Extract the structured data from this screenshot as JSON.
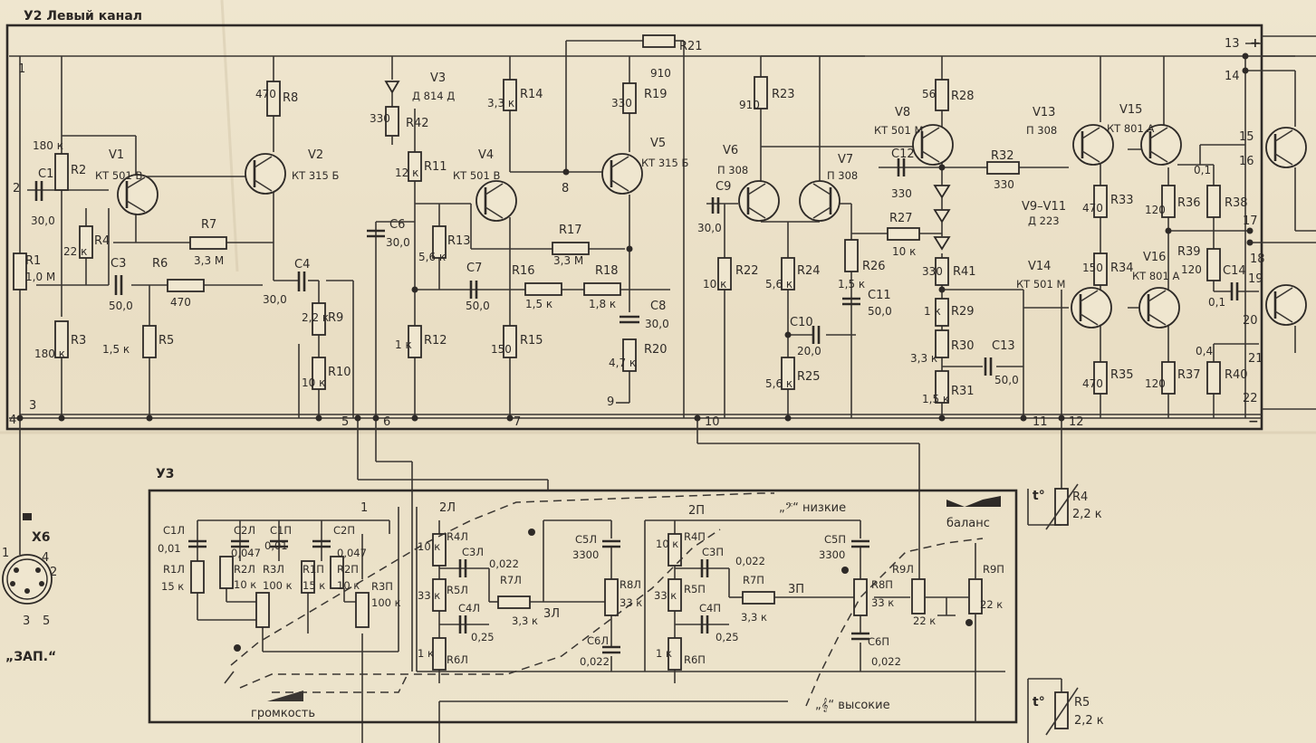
{
  "blocks": {
    "u2_title": "У2 Левый канал",
    "u3_title": "У3",
    "connector_name": "Х6",
    "connector_label": "„ЗАП.“",
    "volume_label": "громкость",
    "bass_label": "„𝄢“ низкие",
    "treble_label": "„𝄞“ высокие",
    "balance_label": "баланс"
  },
  "terminals": [
    "1",
    "2",
    "3",
    "4",
    "5",
    "6",
    "7",
    "8",
    "9",
    "10",
    "11",
    "12",
    "13",
    "14",
    "15",
    "16",
    "17",
    "18",
    "19",
    "20",
    "21",
    "22"
  ],
  "rail_signs": {
    "plus": "+",
    "minus": "−"
  },
  "transistors": [
    {
      "ref": "V1",
      "type": "КТ 501 В"
    },
    {
      "ref": "V2",
      "type": "КТ 315 Б"
    },
    {
      "ref": "V4",
      "type": "КТ 501 В"
    },
    {
      "ref": "V5",
      "type": "КТ 315 Б"
    },
    {
      "ref": "V6",
      "type": "П 308"
    },
    {
      "ref": "V7",
      "type": "П 308"
    },
    {
      "ref": "V8",
      "type": "КТ 501 М"
    },
    {
      "ref": "V13",
      "type": "П 308"
    },
    {
      "ref": "V14",
      "type": "КТ 501 М"
    },
    {
      "ref": "V15",
      "type": "КТ 801 А"
    },
    {
      "ref": "V16",
      "type": "КТ 801 А"
    }
  ],
  "diodes": [
    {
      "ref": "V3",
      "type": "Д 814 Д"
    },
    {
      "ref": "V9–V11",
      "type": "Д 223"
    }
  ],
  "resistors": [
    {
      "ref": "R1",
      "value": "1,0 М"
    },
    {
      "ref": "R2",
      "value": "180 к"
    },
    {
      "ref": "R3",
      "value": "180 к"
    },
    {
      "ref": "R4",
      "value": "22 к"
    },
    {
      "ref": "R5",
      "value": "1,5 к"
    },
    {
      "ref": "R6",
      "value": "470"
    },
    {
      "ref": "R7",
      "value": "3,3 М"
    },
    {
      "ref": "R8",
      "value": "470"
    },
    {
      "ref": "R9",
      "value": "2,2 к"
    },
    {
      "ref": "R10",
      "value": "10 к"
    },
    {
      "ref": "R11",
      "value": "12 к"
    },
    {
      "ref": "R12",
      "value": "1 к"
    },
    {
      "ref": "R13",
      "value": "5,6 к"
    },
    {
      "ref": "R14",
      "value": "3,3 к"
    },
    {
      "ref": "R15",
      "value": "150"
    },
    {
      "ref": "R16",
      "value": "1,5 к"
    },
    {
      "ref": "R17",
      "value": "3,3 М"
    },
    {
      "ref": "R18",
      "value": "1,8 к"
    },
    {
      "ref": "R19",
      "value": "330"
    },
    {
      "ref": "R20",
      "value": "4,7 к"
    },
    {
      "ref": "R21",
      "value": "910"
    },
    {
      "ref": "R22",
      "value": "10 к"
    },
    {
      "ref": "R23",
      "value": "910"
    },
    {
      "ref": "R24",
      "value": "5,6 к"
    },
    {
      "ref": "R25",
      "value": "5,6 к"
    },
    {
      "ref": "R26",
      "value": "1,5 к"
    },
    {
      "ref": "R27",
      "value": "10 к"
    },
    {
      "ref": "R28",
      "value": "56"
    },
    {
      "ref": "R29",
      "value": "1 к"
    },
    {
      "ref": "R30",
      "value": "3,3 к"
    },
    {
      "ref": "R31",
      "value": "1,5 к"
    },
    {
      "ref": "R32",
      "value": "330"
    },
    {
      "ref": "R33",
      "value": "470"
    },
    {
      "ref": "R34",
      "value": "150"
    },
    {
      "ref": "R35",
      "value": "470"
    },
    {
      "ref": "R36",
      "value": "120"
    },
    {
      "ref": "R37",
      "value": "120"
    },
    {
      "ref": "R38",
      "value": "0,1"
    },
    {
      "ref": "R39",
      "value": "120"
    },
    {
      "ref": "R40",
      "value": "0,4"
    },
    {
      "ref": "R41",
      "value": "330"
    },
    {
      "ref": "R42",
      "value": "330"
    }
  ],
  "capacitors": [
    {
      "ref": "C1",
      "value": "30,0"
    },
    {
      "ref": "C3",
      "value": "50,0"
    },
    {
      "ref": "C4",
      "value": "30,0"
    },
    {
      "ref": "C6",
      "value": "30,0"
    },
    {
      "ref": "C7",
      "value": "50,0"
    },
    {
      "ref": "C8",
      "value": "30,0"
    },
    {
      "ref": "C9",
      "value": "30,0"
    },
    {
      "ref": "C10",
      "value": "20,0"
    },
    {
      "ref": "C11",
      "value": "50,0"
    },
    {
      "ref": "C12",
      "value": "330"
    },
    {
      "ref": "C13",
      "value": "50,0"
    },
    {
      "ref": "C14",
      "value": "0,1"
    }
  ],
  "thermistors": [
    {
      "ref": "R4",
      "value": "2,2 к",
      "symbol": "t°"
    },
    {
      "ref": "R5",
      "value": "2,2 к",
      "symbol": "t°"
    }
  ],
  "u3_components": [
    {
      "ref": "C1Л",
      "value": "0,01"
    },
    {
      "ref": "C2Л",
      "value": "0,047"
    },
    {
      "ref": "C1П",
      "value": "0,01"
    },
    {
      "ref": "C2П",
      "value": "0,047"
    },
    {
      "ref": "R1Л",
      "value": "15 к"
    },
    {
      "ref": "R2Л",
      "value": "10 к"
    },
    {
      "ref": "R3Л",
      "value": "100 к"
    },
    {
      "ref": "R1П",
      "value": "15 к"
    },
    {
      "ref": "R2П",
      "value": "10 к"
    },
    {
      "ref": "R3П",
      "value": "100 к"
    },
    {
      "ref": "R4Л",
      "value": "10 к"
    },
    {
      "ref": "R5Л",
      "value": "33 к"
    },
    {
      "ref": "R6Л",
      "value": "1 к"
    },
    {
      "ref": "R7Л",
      "value": "3,3 к"
    },
    {
      "ref": "R8Л",
      "value": "33 к"
    },
    {
      "ref": "C3Л",
      "value": "0,022"
    },
    {
      "ref": "C4Л",
      "value": "0,25"
    },
    {
      "ref": "C5Л",
      "value": "3300"
    },
    {
      "ref": "C6Л",
      "value": "0,022"
    },
    {
      "ref": "R4П",
      "value": "10 к"
    },
    {
      "ref": "R5П",
      "value": "33 к"
    },
    {
      "ref": "R6П",
      "value": "1 к"
    },
    {
      "ref": "R7П",
      "value": "3,3 к"
    },
    {
      "ref": "R8П",
      "value": "33 к"
    },
    {
      "ref": "C3П",
      "value": "0,022"
    },
    {
      "ref": "C4П",
      "value": "0,25"
    },
    {
      "ref": "C5П",
      "value": "3300"
    },
    {
      "ref": "C6П",
      "value": "0,022"
    },
    {
      "ref": "R9Л",
      "value": "22 к"
    },
    {
      "ref": "R9П",
      "value": "22 к"
    }
  ],
  "u3_nodes": [
    "1",
    "2Л",
    "3Л",
    "2П",
    "3П"
  ],
  "connector_pins": [
    "1",
    "2",
    "3",
    "4",
    "5"
  ]
}
